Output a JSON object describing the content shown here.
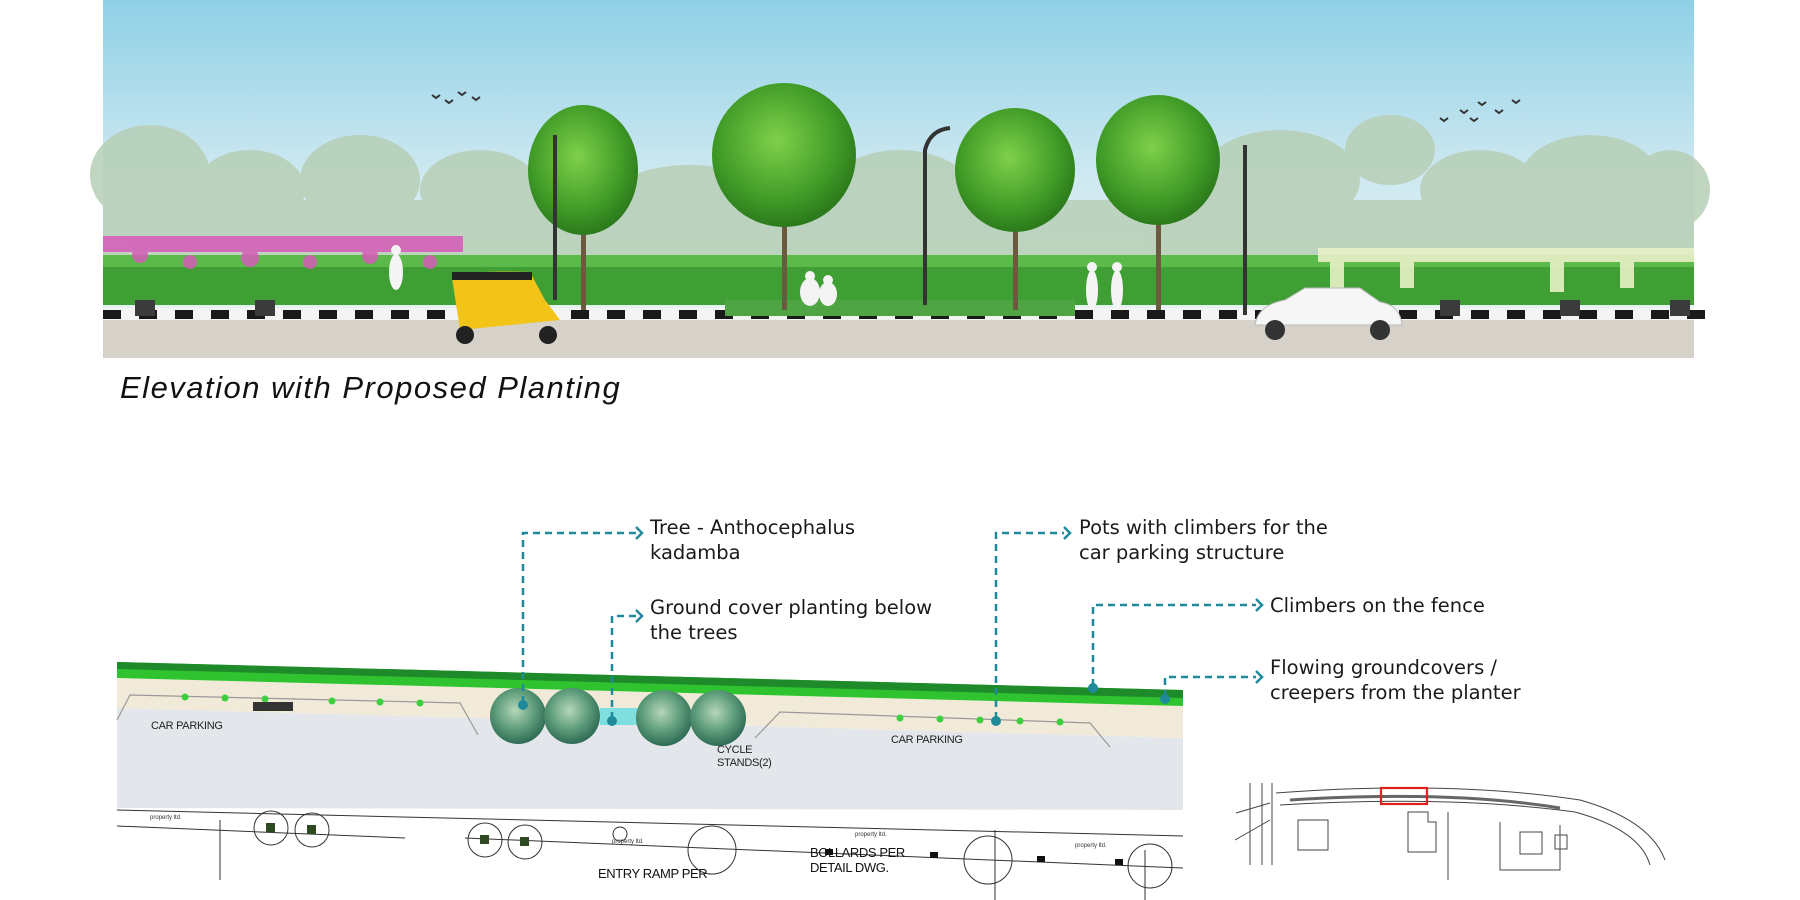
{
  "elevation": {
    "caption": "Elevation with Proposed Planting"
  },
  "callouts": [
    {
      "line1": "Tree - Anthocephalus",
      "line2": "kadamba"
    },
    {
      "line1": "Ground cover planting below",
      "line2": "the trees"
    },
    {
      "line1": "Pots with climbers for the",
      "line2": "car parking structure"
    },
    {
      "line1": "Climbers on the fence",
      "line2": ""
    },
    {
      "line1": "Flowing groundcovers /",
      "line2": "creepers from the planter"
    }
  ],
  "plan": {
    "car_parking_left": "CAR PARKING",
    "car_parking_right": "CAR PARKING",
    "cycle_stands_line1": "CYCLE",
    "cycle_stands_line2": "STANDS(2)",
    "entry_ramp": "ENTRY RAMP PER",
    "bollards_line1": "BOLLARDS PER",
    "bollards_line2": "DETAIL DWG.",
    "property_ltd": "property ltd."
  },
  "colors": {
    "callout_line": "#1f8a99",
    "hedge_dark": "#1f8a2a",
    "hedge_light": "#2fc42f",
    "beige": "#f2ead8",
    "road": "#e3e6ea",
    "highlight": "#e0201c"
  }
}
